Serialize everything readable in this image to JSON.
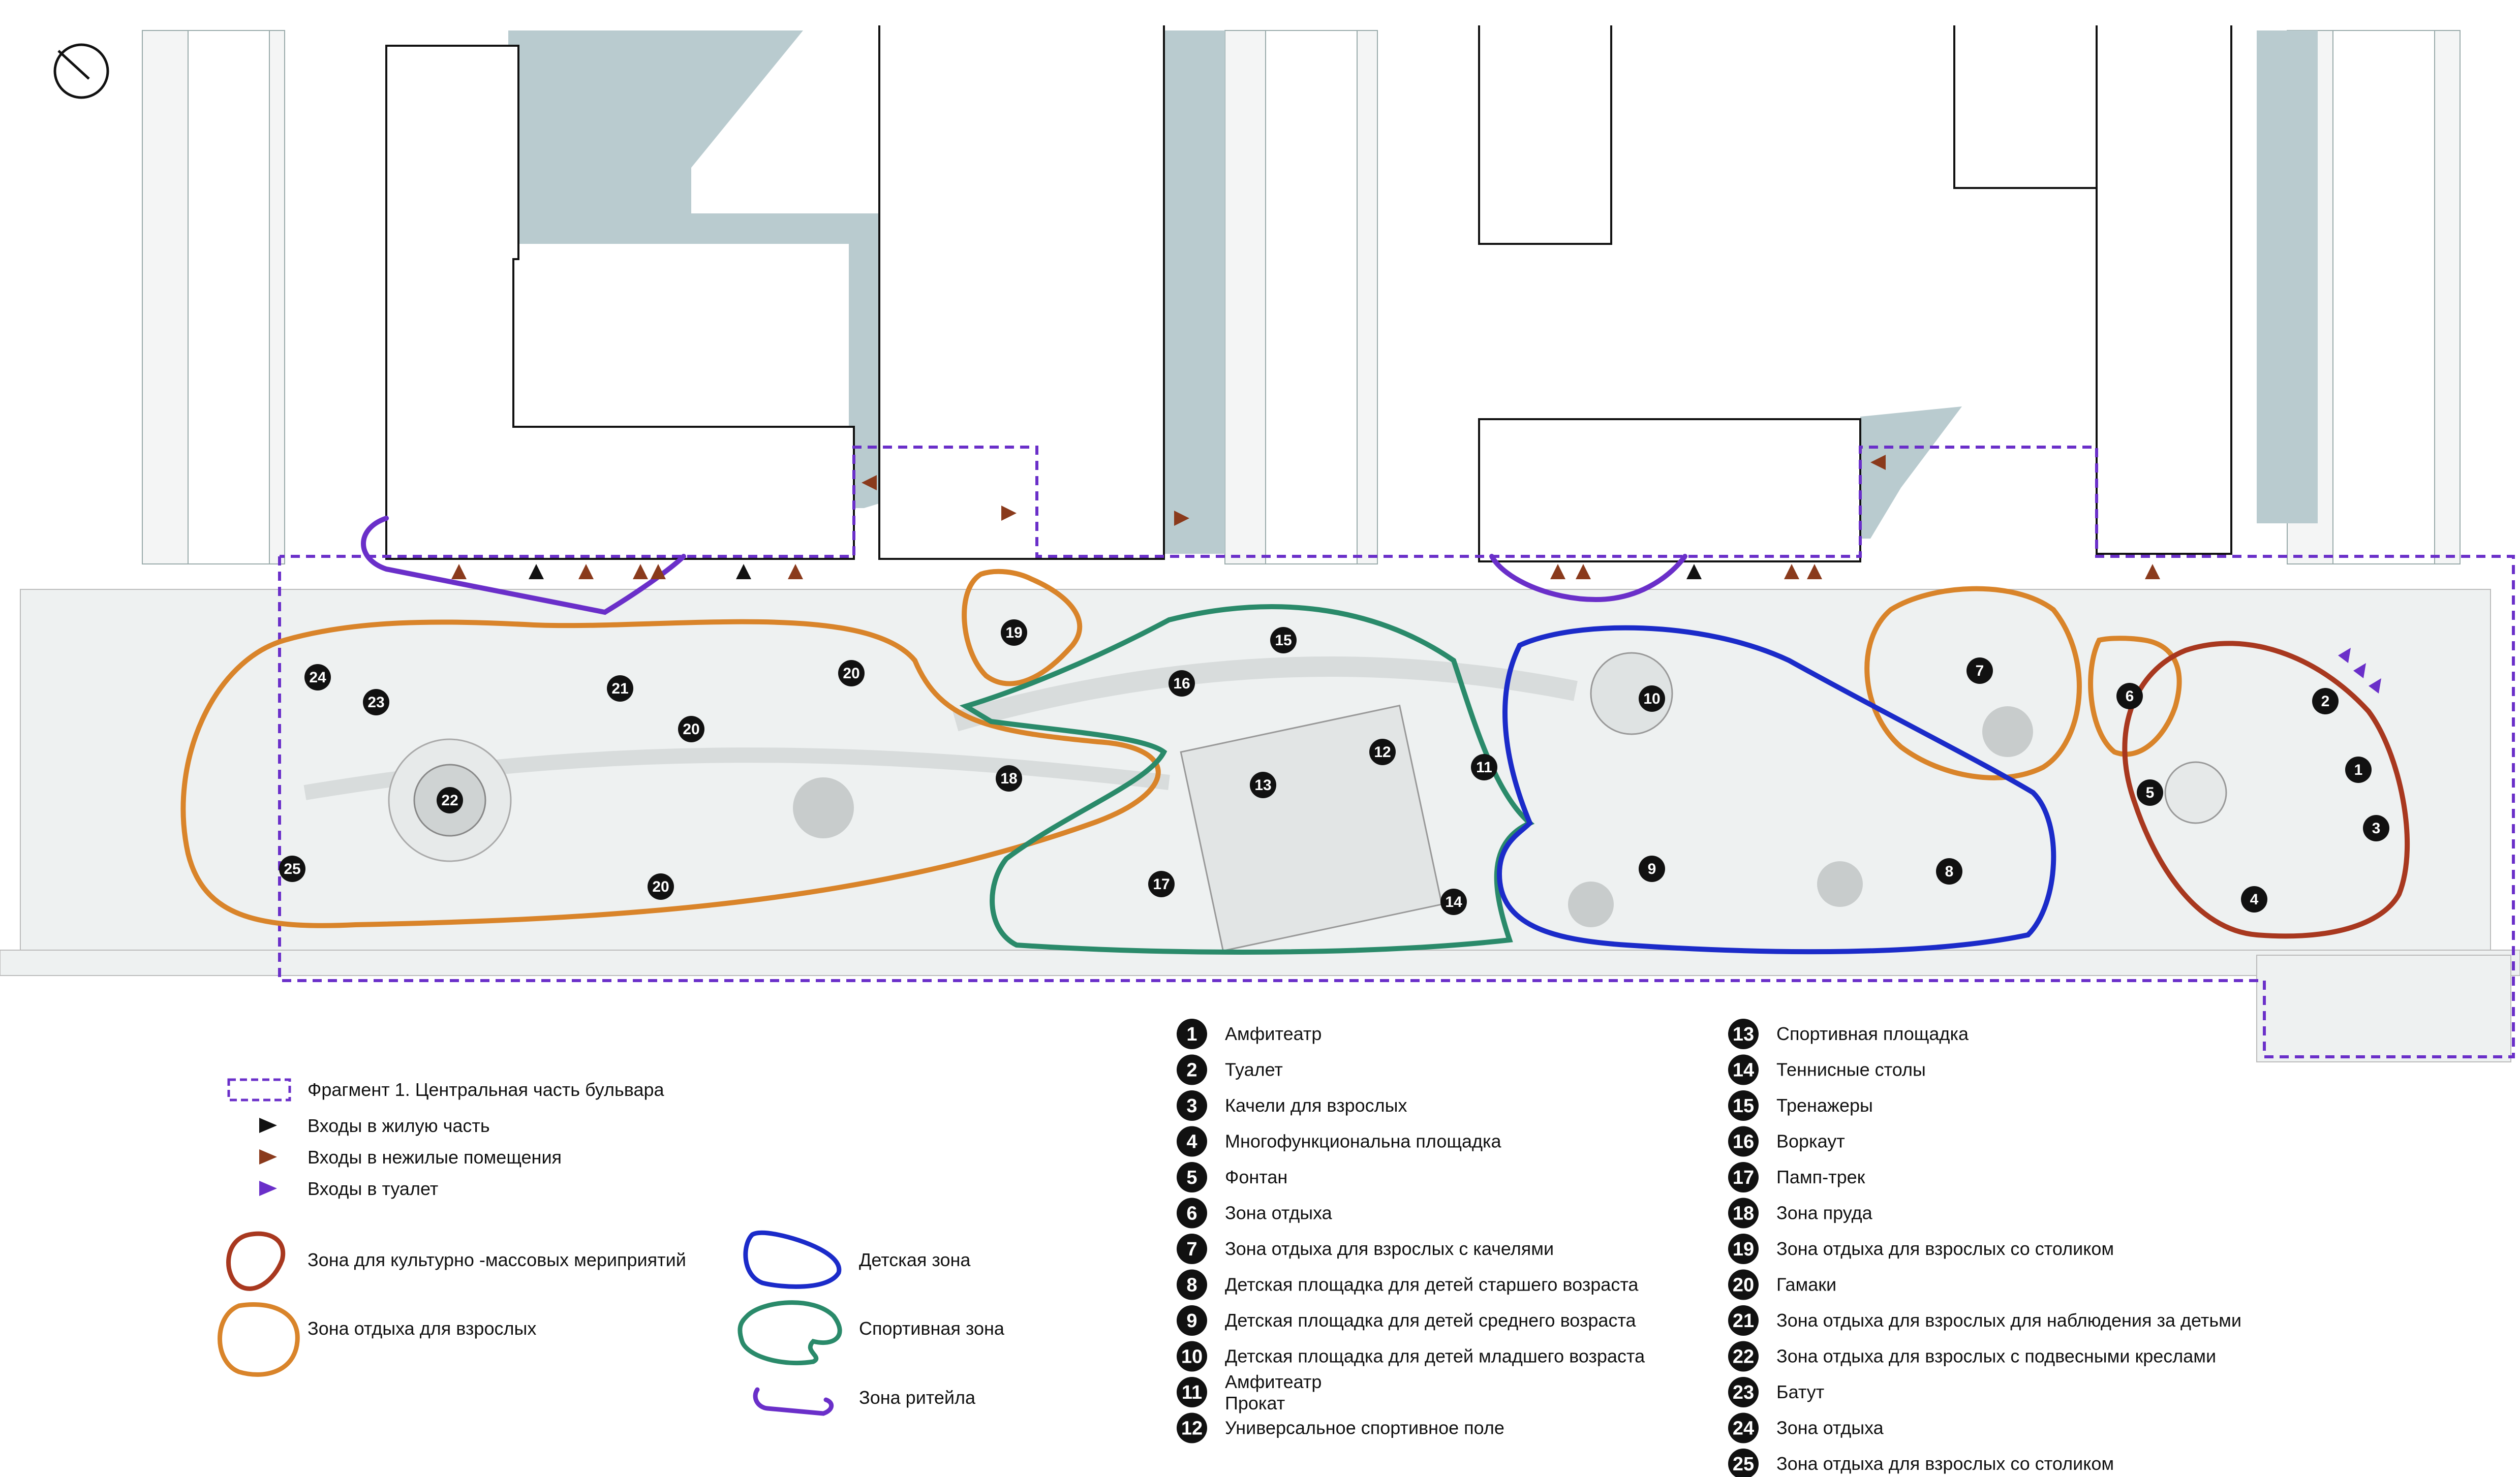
{
  "legend_left": {
    "fragment": "Фрагмент 1. Центральная часть бульвара",
    "entry_residential": "Входы в жилую часть",
    "entry_nonresidential": "Входы в нежилые помещения",
    "entry_toilet": "Входы в туалет",
    "zone_cultural": "Зона для культурно -массовых мериприятий",
    "zone_adult_rest": "Зона отдыха  для взрослых",
    "zone_children": "Детская зона",
    "zone_sport": "Спортивная зона",
    "zone_retail": "Зона ритейла"
  },
  "colors": {
    "boundary": "#6a2fc9",
    "cultural": "#a8381f",
    "adult_rest": "#d9842a",
    "children": "#1b2bc9",
    "sport": "#2a8a6a",
    "retail": "#6a2fc9",
    "entry_residential": "#111111",
    "entry_nonresidential": "#8a3a1c",
    "entry_toilet": "#6a2fc9",
    "building_shadow": "#b9cbcf"
  },
  "legend_items": [
    {
      "num": "1",
      "text": "Амфитеатр"
    },
    {
      "num": "2",
      "text": "Туалет"
    },
    {
      "num": "3",
      "text": "Качели для взрослых"
    },
    {
      "num": "4",
      "text": "Многофункциональна площадка"
    },
    {
      "num": "5",
      "text": "Фонтан"
    },
    {
      "num": "6",
      "text": "Зона отдыха"
    },
    {
      "num": "7",
      "text": "Зона отдыха для взрослых с качелями"
    },
    {
      "num": "8",
      "text": "Детская площадка для детей старшего возраста"
    },
    {
      "num": "9",
      "text": "Детская площадка для детей среднего возраста"
    },
    {
      "num": "10",
      "text": "Детская площадка для детей младшего возраста"
    },
    {
      "num": "11",
      "text": "Амфитеатр",
      "text2": "Прокат"
    },
    {
      "num": "12",
      "text": "Универсальное спортивное поле"
    },
    {
      "num": "13",
      "text": "Спортивная площадка"
    },
    {
      "num": "14",
      "text": "Теннисные столы"
    },
    {
      "num": "15",
      "text": "Тренажеры"
    },
    {
      "num": "16",
      "text": "Воркаут"
    },
    {
      "num": "17",
      "text": "Памп-трек"
    },
    {
      "num": "18",
      "text": "Зона пруда"
    },
    {
      "num": "19",
      "text": "Зона отдыха для взрослых со столиком"
    },
    {
      "num": "20",
      "text": "Гамаки"
    },
    {
      "num": "21",
      "text": "Зона отдыха для взрослых для наблюдения за детьми"
    },
    {
      "num": "22",
      "text": "Зона отдыха для взрослых с подвесными креслами"
    },
    {
      "num": "23",
      "text": "Батут"
    },
    {
      "num": "24",
      "text": "Зона отдыха"
    },
    {
      "num": "25",
      "text": "Зона отдыха для взрослых со столиком"
    }
  ],
  "map_markers": [
    {
      "num": "1"
    },
    {
      "num": "2"
    },
    {
      "num": "3"
    },
    {
      "num": "4"
    },
    {
      "num": "5"
    },
    {
      "num": "6"
    },
    {
      "num": "7"
    },
    {
      "num": "8"
    },
    {
      "num": "9"
    },
    {
      "num": "10"
    },
    {
      "num": "11"
    },
    {
      "num": "12"
    },
    {
      "num": "13"
    },
    {
      "num": "14"
    },
    {
      "num": "15"
    },
    {
      "num": "16"
    },
    {
      "num": "17"
    },
    {
      "num": "18"
    },
    {
      "num": "19"
    },
    {
      "num": "20"
    },
    {
      "num": "20"
    },
    {
      "num": "20"
    },
    {
      "num": "21"
    },
    {
      "num": "22"
    },
    {
      "num": "23"
    },
    {
      "num": "24"
    },
    {
      "num": "25"
    }
  ]
}
